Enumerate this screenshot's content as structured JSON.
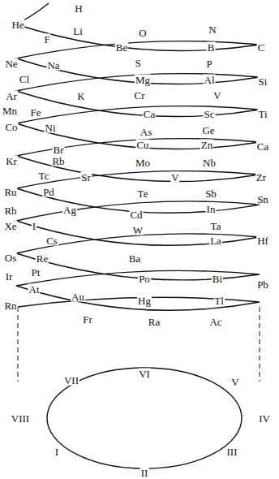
{
  "diagram": {
    "labels": [
      "H",
      "He",
      "Li",
      "O",
      "N",
      "F",
      "Be",
      "B",
      "C",
      "Ne",
      "Na",
      "S",
      "P",
      "Cl",
      "Mg",
      "Al",
      "Si",
      "Ar",
      "K",
      "Cr",
      "V",
      "Mn",
      "Fe",
      "Ca",
      "Sc",
      "Ti",
      "Co",
      "Ni",
      "As",
      "Ge",
      "Kr",
      "Br",
      "Cu",
      "Zn",
      "Ca",
      "Rb",
      "Mo",
      "Nb",
      "Ru",
      "Tc",
      "Sr",
      "V",
      "Zr",
      "Rh",
      "Pd",
      "Te",
      "Sb",
      "Sn",
      "Ag",
      "Xe",
      "I",
      "Cd",
      "In",
      "W",
      "Ta",
      "Os",
      "Cs",
      "La",
      "Hf",
      "Re",
      "Ba",
      "Ir",
      "Pt",
      "Po",
      "Bi",
      "Pb",
      "At",
      "Au",
      "Rn",
      "Hg",
      "Tl",
      "Fr",
      "Ra",
      "Ac",
      "VII",
      "VI",
      "V",
      "VIII",
      "IV",
      "I",
      "III",
      "II"
    ]
  }
}
